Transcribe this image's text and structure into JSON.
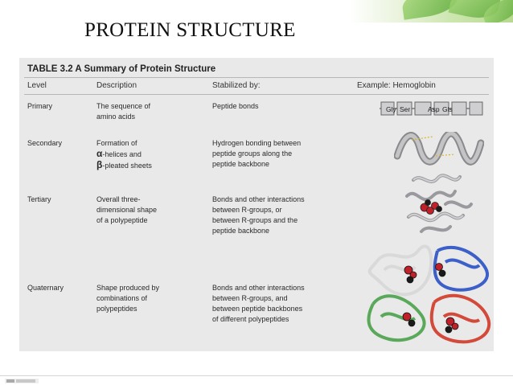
{
  "slide": {
    "title": "PROTEIN STRUCTURE"
  },
  "table": {
    "caption": "TABLE 3.2 A Summary of Protein Structure",
    "headers": {
      "level": "Level",
      "description": "Description",
      "stabilized": "Stabilized by:",
      "example": "Example: Hemoglobin"
    },
    "rows": [
      {
        "level": "Primary",
        "description": [
          "The sequence of",
          "amino acids"
        ],
        "stabilized": [
          "Peptide bonds"
        ]
      },
      {
        "level": "Secondary",
        "description": [
          "Formation of",
          "-helices and",
          "-pleated sheets"
        ],
        "greek": [
          "α",
          "β"
        ],
        "stabilized": [
          "Hydrogen bonding between",
          "peptide groups along the",
          "peptide backbone"
        ]
      },
      {
        "level": "Tertiary",
        "description": [
          "Overall three-",
          "dimensional shape",
          "of a polypeptide"
        ],
        "stabilized": [
          "Bonds and other interactions",
          "between R-groups, or",
          "between R-groups and the",
          "peptide backbone"
        ]
      },
      {
        "level": "Quaternary",
        "description": [
          "Shape produced by",
          "combinations of",
          "polypeptides"
        ],
        "stabilized": [
          "Bonds and other interactions",
          "between R-groups, and",
          "between peptide backbones",
          "of different polypeptides"
        ]
      }
    ],
    "primary_example_labels": [
      "Gly",
      "Ser",
      "Asp",
      "Gls"
    ]
  },
  "colors": {
    "table_bg": "#e9e9ea",
    "subunit_white": "#d9d9d9",
    "subunit_blue": "#3c5fc8",
    "subunit_green": "#5aa85a",
    "subunit_red": "#d44a3a",
    "heme_red": "#c0202a"
  }
}
